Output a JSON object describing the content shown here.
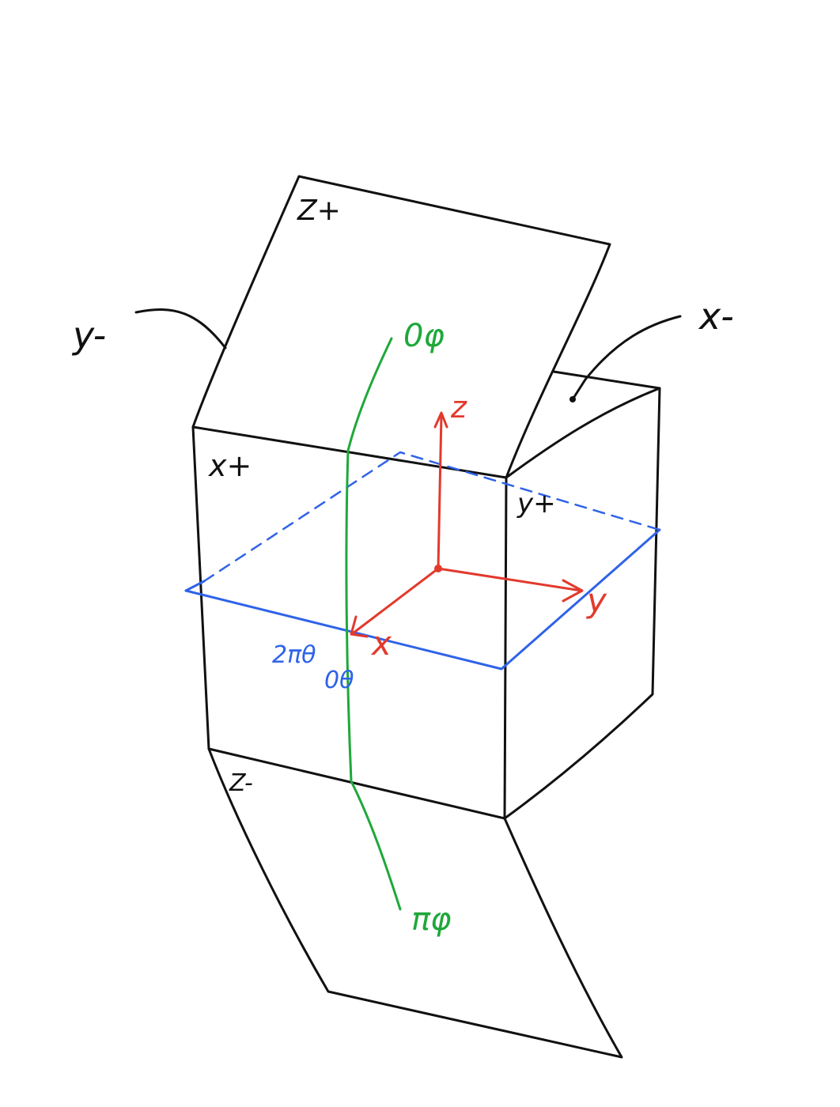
{
  "colors": {
    "ink": "#111111",
    "theta_plane": "#2f63e8",
    "axes": "#e23a2d",
    "phi_meridian": "#1fa83a"
  },
  "faces": {
    "z_plus": "Z+",
    "z_minus": "Z-",
    "x_plus": "x+",
    "x_minus": "x-",
    "y_plus": "y+",
    "y_minus": "y-"
  },
  "axes": {
    "x": "x",
    "y": "y",
    "z": "z"
  },
  "theta": {
    "start": "0θ",
    "end": "2πθ"
  },
  "phi": {
    "start": "0φ",
    "end": "πφ"
  }
}
